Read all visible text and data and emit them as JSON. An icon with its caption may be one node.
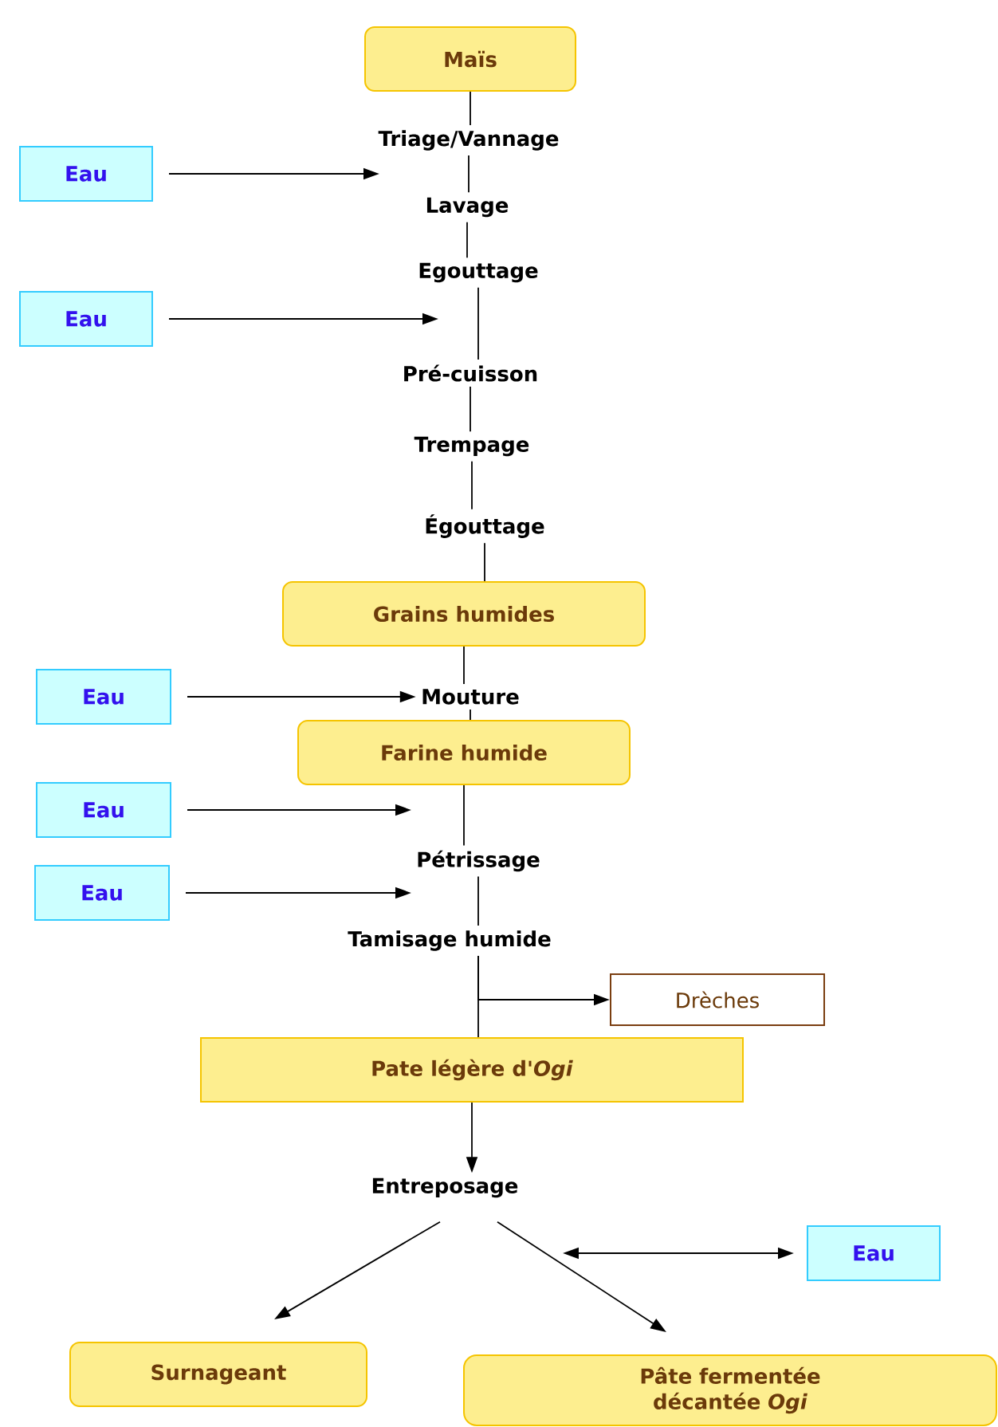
{
  "diagram": {
    "nodes": [
      {
        "text": [
          "Maïs"
        ]
      },
      {
        "text": [
          "Triage/Vannage"
        ]
      },
      {
        "text": [
          "Eau"
        ]
      },
      {
        "text": [
          "Lavage"
        ]
      },
      {
        "text": [
          "Egouttage"
        ]
      },
      {
        "text": [
          "Eau"
        ]
      },
      {
        "text": [
          "Pré-cuisson"
        ]
      },
      {
        "text": [
          "Trempage"
        ]
      },
      {
        "text": [
          "Égouttage"
        ]
      },
      {
        "text": [
          "Grains humides"
        ]
      },
      {
        "text": [
          "Eau"
        ]
      },
      {
        "text": [
          "Mouture"
        ]
      },
      {
        "text": [
          "Farine humide"
        ]
      },
      {
        "text": [
          "Eau"
        ]
      },
      {
        "text": [
          "Pétrissage"
        ]
      },
      {
        "text": [
          "Eau"
        ]
      },
      {
        "text": [
          "Tamisage humide"
        ]
      },
      {
        "text": [
          "Drèches"
        ]
      },
      {
        "text": [
          "Pate légère d'*Ogi*"
        ]
      },
      {
        "text": [
          "Entreposage"
        ]
      },
      {
        "text": [
          "Eau"
        ]
      },
      {
        "text": [
          "Surnageant"
        ]
      },
      {
        "text": [
          "Pâte fermentée décantée *Ogi*"
        ]
      }
    ],
    "edges": [
      {
        "from": 0,
        "to": 1,
        "arrow": "none"
      },
      {
        "from": 2,
        "to": 1,
        "arrow": "to"
      },
      {
        "from": 1,
        "to": 3,
        "arrow": "none"
      },
      {
        "from": 3,
        "to": 4,
        "arrow": "none"
      },
      {
        "from": 5,
        "to": 4,
        "arrow": "to"
      },
      {
        "from": 4,
        "to": 6,
        "arrow": "none"
      },
      {
        "from": 6,
        "to": 7,
        "arrow": "none"
      },
      {
        "from": 7,
        "to": 8,
        "arrow": "none"
      },
      {
        "from": 8,
        "to": 9,
        "arrow": "none"
      },
      {
        "from": 9,
        "to": 11,
        "arrow": "none"
      },
      {
        "from": 10,
        "to": 11,
        "arrow": "to"
      },
      {
        "from": 11,
        "to": 12,
        "arrow": "none"
      },
      {
        "from": 13,
        "to": 14,
        "arrow": "to"
      },
      {
        "from": 12,
        "to": 14,
        "arrow": "none"
      },
      {
        "from": 15,
        "to": 14,
        "arrow": "to"
      },
      {
        "from": 14,
        "to": 16,
        "arrow": "none"
      },
      {
        "from": 16,
        "to": 18,
        "arrow": "none"
      },
      {
        "from": 16,
        "to": 17,
        "arrow": "to"
      },
      {
        "from": 18,
        "to": 19,
        "arrow": "to"
      },
      {
        "from": null,
        "to": 20,
        "arrow": "both"
      },
      {
        "from": 19,
        "to": 21,
        "arrow": "to"
      },
      {
        "from": 19,
        "to": 22,
        "arrow": "to"
      }
    ]
  }
}
